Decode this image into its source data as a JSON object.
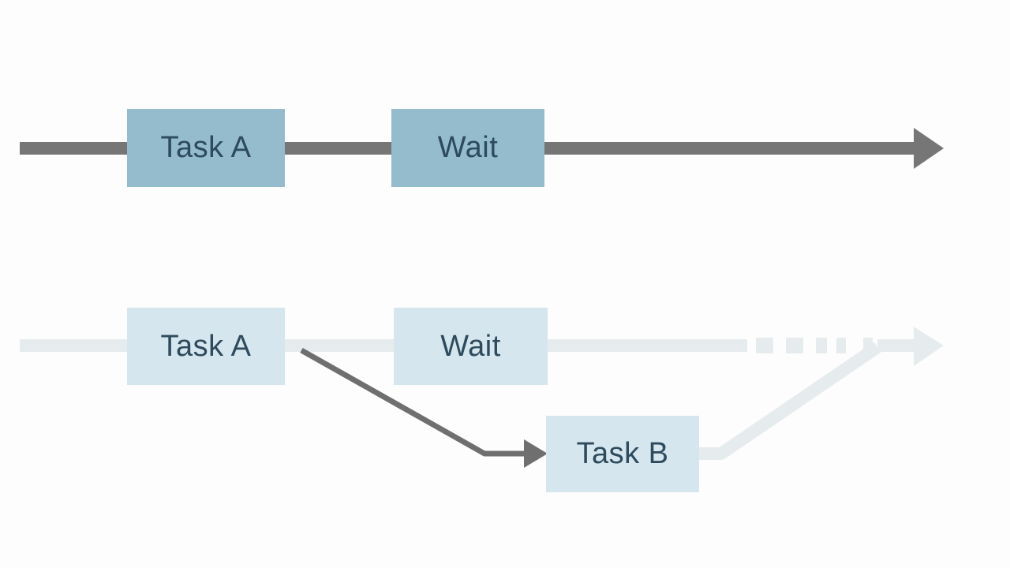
{
  "diagram": {
    "sync": {
      "task_a": "Task A",
      "wait": "Wait"
    },
    "async": {
      "task_a": "Task A",
      "wait": "Wait",
      "task_b": "Task B"
    }
  },
  "colors": {
    "timeline_dark": "#767676",
    "timeline_light": "#e6ecee",
    "box_dark": "#94bccd",
    "box_light": "#d5e6ee",
    "text": "#2d4a5e"
  }
}
